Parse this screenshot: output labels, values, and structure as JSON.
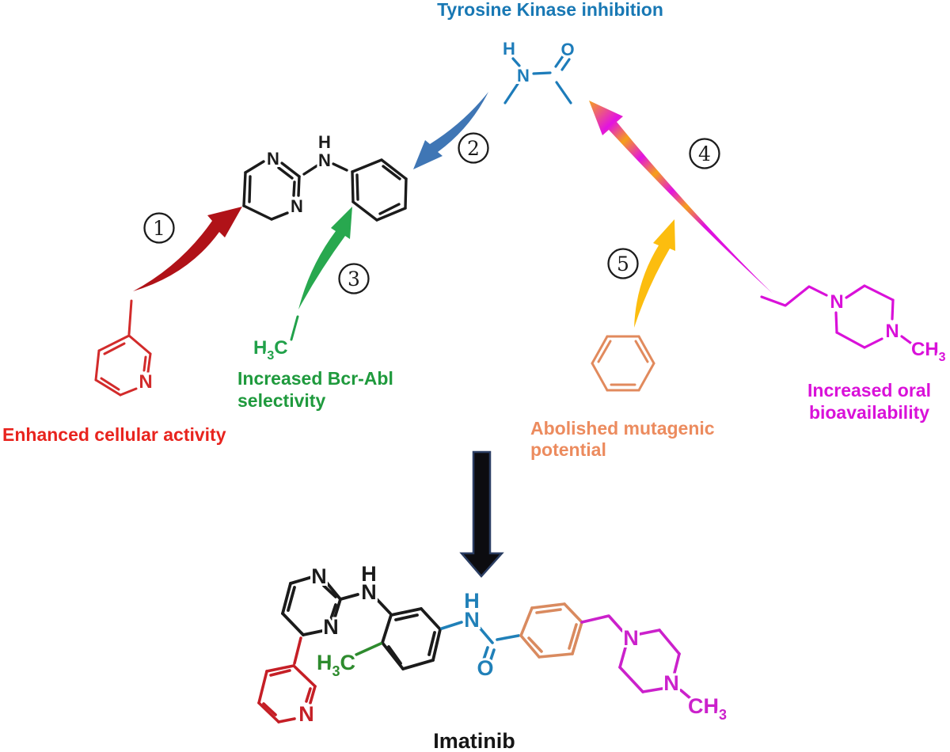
{
  "title": "Tyrosine Kinase inhibition",
  "compound_label": "Imatinib",
  "steps": {
    "n1": "1",
    "n2": "2",
    "n3": "3",
    "n4": "4",
    "n5": "5"
  },
  "captions": {
    "enhanced": "Enhanced cellular activity",
    "bcrabl_1": "Increased Bcr-Abl",
    "bcrabl_2": "selectivity",
    "mutagenic_1": "Abolished mutagenic",
    "mutagenic_2": "potential",
    "oral_1": "Increased oral",
    "oral_2": "bioavailability"
  },
  "atoms": {
    "N": "N",
    "H": "H",
    "O": "O",
    "C": "C",
    "CH": "CH",
    "sub3": "3"
  },
  "colors": {
    "title_blue": "#1878b4",
    "amide_blue": "#1d7cba",
    "arrow_blue": "#3f76b5",
    "structure_red": "#d22b2b",
    "text_red": "#e8241e",
    "arrow_dark_red": "#b01218",
    "arrow_green": "#28a84f",
    "text_green": "#1f9a3d",
    "dark_green": "#2e8b2e",
    "arrow_gold": "#fcbd0f",
    "structure_orange": "#e18a5d",
    "text_orange": "#ec8b5e",
    "magenta": "#d911d9",
    "black": "#1b1b1b",
    "down_arrow_outline": "#2b3e63"
  }
}
